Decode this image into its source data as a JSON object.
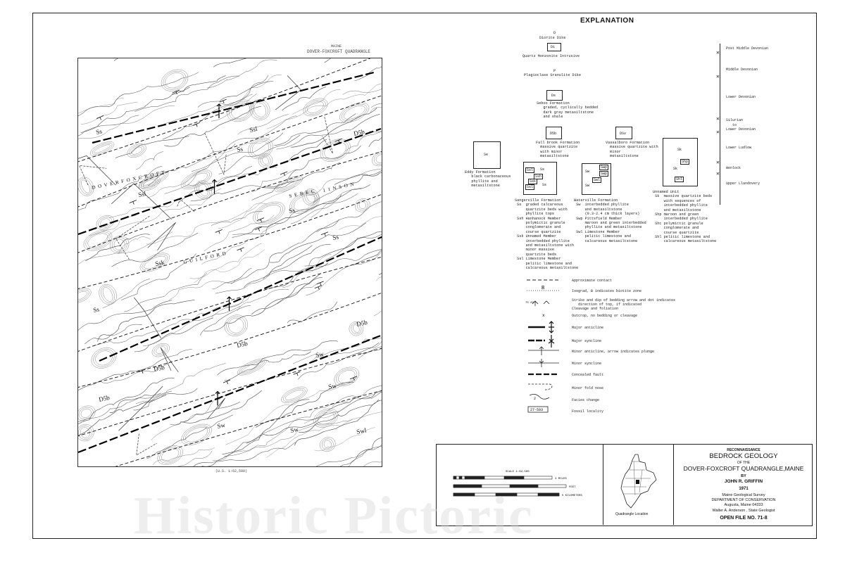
{
  "map": {
    "header": "DOVER-FOXCROFT QUADRANGLE",
    "header_small": "MAINE",
    "labels": [
      {
        "text": "D5b",
        "name": "unit-label-d5b-nw"
      },
      {
        "text": "D5b",
        "name": "unit-label-d5b-e"
      },
      {
        "text": "D5b",
        "name": "unit-label-d5b-center"
      },
      {
        "text": "D5b",
        "name": "unit-label-d5b-sw"
      },
      {
        "text": "D5b",
        "name": "unit-label-d5b-sw2"
      },
      {
        "text": "Ss",
        "name": "unit-label-ss-1"
      },
      {
        "text": "Ss",
        "name": "unit-label-ss-2"
      },
      {
        "text": "Ss",
        "name": "unit-label-ss-3"
      },
      {
        "text": "Ss",
        "name": "unit-label-ss-4"
      },
      {
        "text": "Ss",
        "name": "unit-label-ss-5"
      },
      {
        "text": "Ssl",
        "name": "unit-label-ssl-1"
      },
      {
        "text": "Ssl",
        "name": "unit-label-ssl-2"
      },
      {
        "text": "Ssk",
        "name": "unit-label-ssk"
      },
      {
        "text": "Sw",
        "name": "unit-label-sw-1"
      },
      {
        "text": "Sw",
        "name": "unit-label-sw-2"
      },
      {
        "text": "Sw",
        "name": "unit-label-sw-3"
      },
      {
        "text": "Sw",
        "name": "unit-label-sw-4"
      },
      {
        "text": "Swl",
        "name": "unit-label-swl"
      },
      {
        "text": "D O V E R   F O X C R O F T",
        "name": "town-label-dover-foxcroft"
      },
      {
        "text": "G U I L F O R D",
        "name": "town-label-guilford"
      },
      {
        "text": "S E B E C",
        "name": "town-label-sebec"
      },
      {
        "text": "1 1 N S O N",
        "name": "town-label-atkinson"
      }
    ],
    "collar_bottom": "(U.S. 1:62,500)"
  },
  "explanation": {
    "title": "EXPLANATION",
    "dike_d_symbol": "D",
    "dike_d_label": "Diorite Dike",
    "di_symbol": "Di",
    "di_label": "Quartz Monzonite Intrusive",
    "dike_p_symbol": "P",
    "dike_p_label": "Plagioclase Granulite Dike",
    "ds_symbol": "Ds",
    "ds_label": "Seboo Formation\n   graded, cyclically bedded\n   dark gray metasiltstone\n   and shale",
    "dsb_symbol": "D5b",
    "dsb_label": "Fall brook Formation\n  massive quartzite\n  with minor\n  metasiltstone",
    "dsv_symbol": "DSv",
    "dsv_label": "Vassalboro Formation\n  massive quartzite with\n  minor\n  metasiltstone",
    "se_symbol": "Se",
    "se_label": "Eddy Formation\n   black carbonaceous\n   phyllite and\n   metasiltstone",
    "sangerville_box": [
      "Ssl",
      "Ss",
      "Ssh",
      "Ssk",
      "Ssl",
      "Ss"
    ],
    "sangerville_label": "Sangerville Formation\n Ss  graded calcareous\n     quartzite beds with\n     phyllite tops\n Ssh Hanhanock Member\n     polymictic granule\n     conglomerate and\n     course quartzite\n Ssk Unnamed Member\n     interbedded phyllite\n     and metasiltstone with\n     minor massive\n     quartzite beds\n Ssl Limestone Member\n     pelitic limestone and\n     calcareous metasiltstone",
    "waterville_box": [
      "Swp",
      "Sw",
      "Swp",
      "Swl",
      "Sw"
    ],
    "waterville_label": "Waterville Formation\n Sw  interbedded phyllite\n     and metasiltstone\n     (0.3-2.4 cm thick layers)\n Swp Pittsfield Member\n     maroon and green interbedded\n     phyllite and metasiltstone\n Swl Limestone Member\n     pelitic limestone and\n     calcareous metasiltstone",
    "unnamed_box": [
      "Sk",
      "Shp",
      "Sk",
      "Shl"
    ],
    "unnamed_label": "Unnamed Unit\n Sk  massive quartzite beds\n     with sequences of\n     interbedded phyllite\n     and metasiltstone\n Shp maroon and green\n     interbedded phyllite\n Shc polymictic granule\n     conglomerate and\n     course quartzite\n Shl pelitic limestone and\n     calcareous metasiltstone",
    "strat_column": [
      "Post Middle Devonian",
      "Middle Devonian",
      "Lower Devonian",
      "Silurian\n   to\nLower Devonian",
      "Lower Ludlow",
      "Wenlock",
      "Upper Llandovery"
    ],
    "symbols": [
      "Approximate contact",
      "Isograd, B indicates biotite zone",
      "Strike and dip of bedding arrow and dot indicates\n   direction of top, if indicated\nCleavage and foliation",
      "Outcrop, no bedding or cleavage",
      "Major anticline",
      "Major syncline",
      "Minor anticline, arrow indicates plunge",
      "Minor syncline",
      "Concealed fault",
      "Minor fold nose",
      "Facies change",
      "Fossil locality"
    ],
    "isograd_letter": "B",
    "strike_examples": "75   83\n  ▲  ▲ 83",
    "fossil_box": "27-593"
  },
  "title_block": {
    "scale_label": "SCALE 1:62,500",
    "miles_label": "4 MILES",
    "feet_label": "FEET",
    "km_label": "5 KILOMETERS",
    "quadrangle_location": "Quadrangle Location",
    "reconnaissance": "RECONNAISSANCE",
    "line1": "BEDROCK GEOLOGY",
    "line2": "OF THE",
    "line3": "DOVER-FOXCROFT QUADRANGLE,MAINE",
    "by": "BY",
    "author": "JOHN R. GRIFFIN",
    "year": "1971",
    "survey": "Maine Geological Survey",
    "dept": "DEPARTMENT OF CONSERVATION",
    "address": "Augusta, Maine  04333",
    "geologist": "Walter A. Anderson , State Geologist",
    "open_file": "OPEN FILE NO. 71-8"
  },
  "watermark": "Historic Pictoric"
}
